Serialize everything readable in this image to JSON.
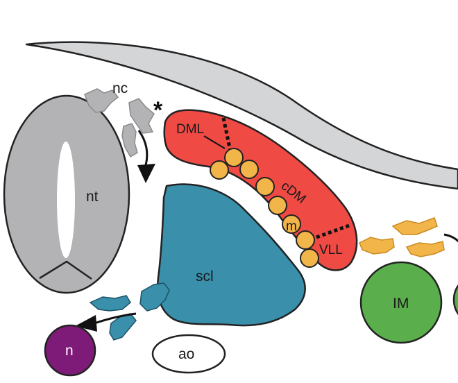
{
  "labels": {
    "nc": "nc",
    "asterisk": "*",
    "nt": "nt",
    "dml": "DML",
    "cdm": "cDM",
    "m": "m",
    "vll": "VLL",
    "scl": "scl",
    "im": "IM",
    "n": "n",
    "ao": "ao"
  },
  "colors": {
    "neural_tube": "#b3b3b5",
    "ectoderm": "#d4d5d7",
    "dermomyotome": "#ef4a44",
    "myotome_cells": "#f2b54a",
    "sclerotome": "#3a8fab",
    "intermediate_mesoderm": "#5aae4c",
    "notochord": "#7e1a78",
    "outline": "#222222"
  }
}
